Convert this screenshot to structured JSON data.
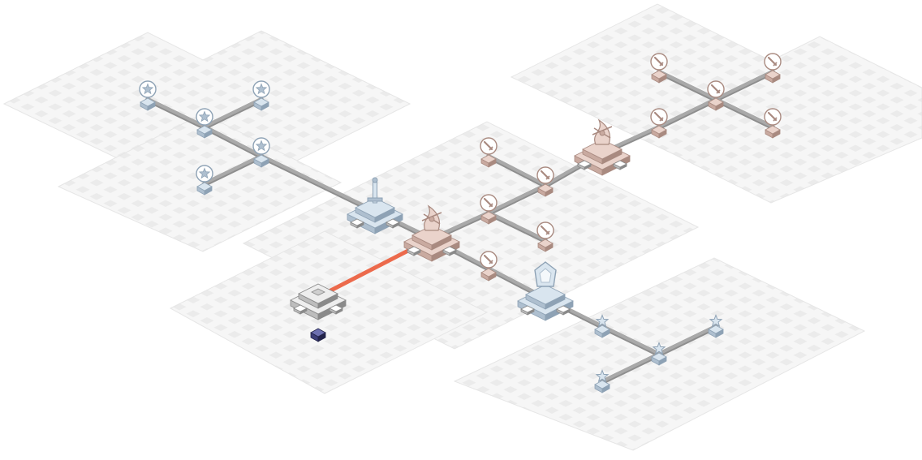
{
  "game": {
    "colors": {
      "background": "#ffffff",
      "tile_light": "#f6f6f6",
      "tile_dark": "#ebebeb",
      "path": "#a9a9a9",
      "path_edge": "#8e8e8e",
      "active_link": "#ec6a4c",
      "blue_top": "#d9e5ef",
      "blue_side": "#aebfcf",
      "blue_dark": "#8ea2b5",
      "red_top": "#ead3cb",
      "red_side": "#c9aaa0",
      "red_dark": "#a98a80",
      "grey_top": "#eeeeee",
      "grey_side": "#bdbdbd",
      "grey_dark": "#8a8a8a",
      "cursor": "#3d3f78"
    },
    "regions": [
      {
        "id": "nw-upper",
        "category": "blue"
      },
      {
        "id": "nw-lower",
        "category": "blue"
      },
      {
        "id": "center",
        "category": "red"
      },
      {
        "id": "ne",
        "category": "red"
      },
      {
        "id": "south",
        "category": "neutral"
      },
      {
        "id": "se",
        "category": "blue"
      }
    ],
    "hubs": [
      {
        "id": "start-hub",
        "kind": "start",
        "category": "neutral",
        "icon": "plain-pedestal"
      },
      {
        "id": "sword-shrine",
        "kind": "shrine",
        "category": "blue",
        "icon": "sword-icon"
      },
      {
        "id": "flame-shrine-center",
        "kind": "shrine",
        "category": "red",
        "icon": "flame-statue-icon"
      },
      {
        "id": "flame-shrine-ne",
        "kind": "shrine",
        "category": "red",
        "icon": "flame-statue-icon"
      },
      {
        "id": "crystal-shrine",
        "kind": "shrine",
        "category": "blue",
        "icon": "crystal-icon"
      }
    ],
    "nodes": [
      {
        "id": "nw-a",
        "category": "blue",
        "icon": "star-orb-icon"
      },
      {
        "id": "nw-b",
        "category": "blue",
        "icon": "star-orb-icon"
      },
      {
        "id": "nw-c",
        "category": "blue",
        "icon": "star-orb-icon"
      },
      {
        "id": "nw-d",
        "category": "blue",
        "icon": "star-orb-icon"
      },
      {
        "id": "nw-e",
        "category": "blue",
        "icon": "star-orb-icon"
      },
      {
        "id": "c-a",
        "category": "red",
        "icon": "sword-orb-icon"
      },
      {
        "id": "c-b",
        "category": "red",
        "icon": "sword-orb-icon"
      },
      {
        "id": "c-c",
        "category": "red",
        "icon": "sword-orb-icon"
      },
      {
        "id": "c-d",
        "category": "red",
        "icon": "sword-orb-icon"
      },
      {
        "id": "c-e",
        "category": "red",
        "icon": "sword-orb-icon"
      },
      {
        "id": "ne-a",
        "category": "red",
        "icon": "sword-orb-icon"
      },
      {
        "id": "ne-b",
        "category": "red",
        "icon": "sword-orb-icon"
      },
      {
        "id": "ne-c",
        "category": "red",
        "icon": "sword-orb-icon"
      },
      {
        "id": "ne-d",
        "category": "red",
        "icon": "sword-orb-icon"
      },
      {
        "id": "ne-e",
        "category": "red",
        "icon": "sword-orb-icon"
      },
      {
        "id": "se-a",
        "category": "blue",
        "icon": "star-icon"
      },
      {
        "id": "se-b",
        "category": "blue",
        "icon": "star-icon"
      },
      {
        "id": "se-c",
        "category": "blue",
        "icon": "star-icon"
      },
      {
        "id": "se-d",
        "category": "blue",
        "icon": "star-icon"
      }
    ],
    "links": [
      {
        "from": "start-hub",
        "to": "flame-shrine-center",
        "state": "active"
      },
      {
        "from": "sword-shrine",
        "to": "flame-shrine-center",
        "state": "normal"
      },
      {
        "from": "sword-shrine",
        "to": "nw-d",
        "state": "normal"
      },
      {
        "from": "nw-d",
        "to": "nw-b",
        "state": "normal"
      },
      {
        "from": "nw-b",
        "to": "nw-a",
        "state": "normal"
      },
      {
        "from": "nw-b",
        "to": "nw-c",
        "state": "normal"
      },
      {
        "from": "nw-d",
        "to": "nw-e",
        "state": "normal"
      },
      {
        "from": "flame-shrine-center",
        "to": "c-c",
        "state": "normal"
      },
      {
        "from": "c-c",
        "to": "c-b",
        "state": "normal"
      },
      {
        "from": "c-b",
        "to": "c-a",
        "state": "normal"
      },
      {
        "from": "c-c",
        "to": "c-d",
        "state": "normal"
      },
      {
        "from": "c-b",
        "to": "flame-shrine-ne",
        "state": "normal"
      },
      {
        "from": "flame-shrine-center",
        "to": "crystal-shrine",
        "state": "normal"
      },
      {
        "from": "flame-shrine-ne",
        "to": "ne-c",
        "state": "normal"
      },
      {
        "from": "ne-c",
        "to": "ne-b",
        "state": "normal"
      },
      {
        "from": "ne-b",
        "to": "ne-a",
        "state": "normal"
      },
      {
        "from": "ne-b",
        "to": "ne-d",
        "state": "normal"
      },
      {
        "from": "ne-b",
        "to": "ne-e",
        "state": "normal"
      },
      {
        "from": "crystal-shrine",
        "to": "se-a",
        "state": "normal"
      },
      {
        "from": "se-a",
        "to": "se-b",
        "state": "normal"
      },
      {
        "from": "se-b",
        "to": "se-c",
        "state": "normal"
      },
      {
        "from": "se-b",
        "to": "se-d",
        "state": "normal"
      }
    ],
    "cursor": {
      "icon": "cursor-block-icon",
      "at": "start-hub"
    }
  }
}
